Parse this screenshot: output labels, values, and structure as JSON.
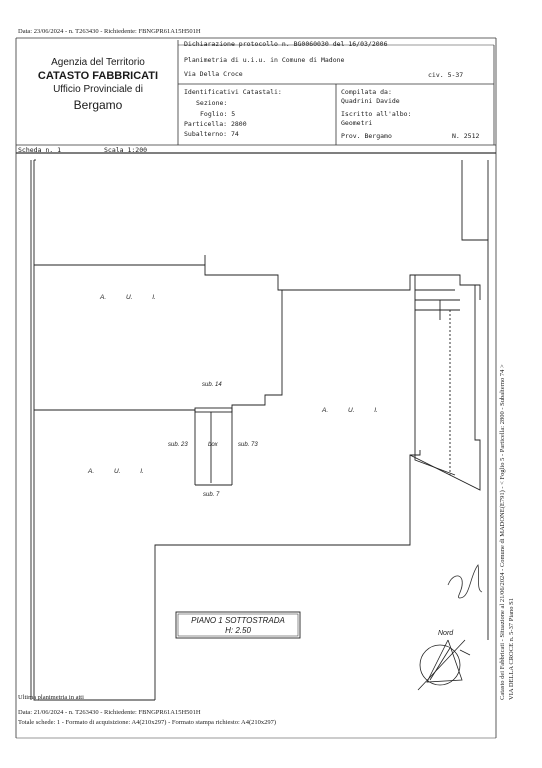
{
  "top_note": "Data: 23/06/2024 - n. T263430 - Richiedente: FBNGPR61A15H501H",
  "office": {
    "line1": "Agenzia del Territorio",
    "line2": "CATASTO FABBRICATI",
    "line3": "Ufficio Provinciale di",
    "line4": "Bergamo"
  },
  "header": {
    "dichiarazione": "Dichiarazione protocollo n. BG0060030 del 16/03/2006",
    "planimetria": "Planimetria di u.i.u. in Comune di Madone",
    "via": "Via Della Croce",
    "civ": "civ. 5-37",
    "ident_title": "Identificativi Catastali:",
    "sezione": "Sezione:",
    "foglio": "Foglio: 5",
    "particella": "Particella: 2800",
    "subalterno": "Subalterno: 74",
    "compilata": "Compilata da:",
    "compilatore": "Quadrini Davide",
    "iscritto": "Iscritto all'albo:",
    "albo": "Geometri",
    "prov": "Prov. Bergamo",
    "numero": "N. 2512"
  },
  "scheda": "Scheda n. 1",
  "scala": "Scala 1:200",
  "plan": {
    "aui_top": "A. U. I.",
    "aui_right": "A. U. I.",
    "aui_left": "A. U. I.",
    "sub14": "sub. 14",
    "sub23": "sub. 23",
    "box": "box",
    "sub73": "sub. 73",
    "sub7": "sub. 7",
    "floor": "PIANO 1 SOTTOSTRADA",
    "height": "H: 2.50",
    "north": "Nord"
  },
  "side_text_1": "Catasto dei Fabbricati - Situazione al 21/06/2024 - Comune di MADONE(E791) - < Foglio 5 - Particella: 2800 - Subalterno 74 >",
  "side_text_2": "VIA DELLA CROCE n. 5-37 Piano S1",
  "footer": {
    "ultima": "Ultima planimetria in atti",
    "data": "Data: 21/06/2024 - n. T263430 - Richiedente: FBNGPR61A15H501H",
    "totale": "Totale schede: 1 - Formato di acquisizione: A4(210x297) - Formato stampa richiesto: A4(210x297)"
  }
}
